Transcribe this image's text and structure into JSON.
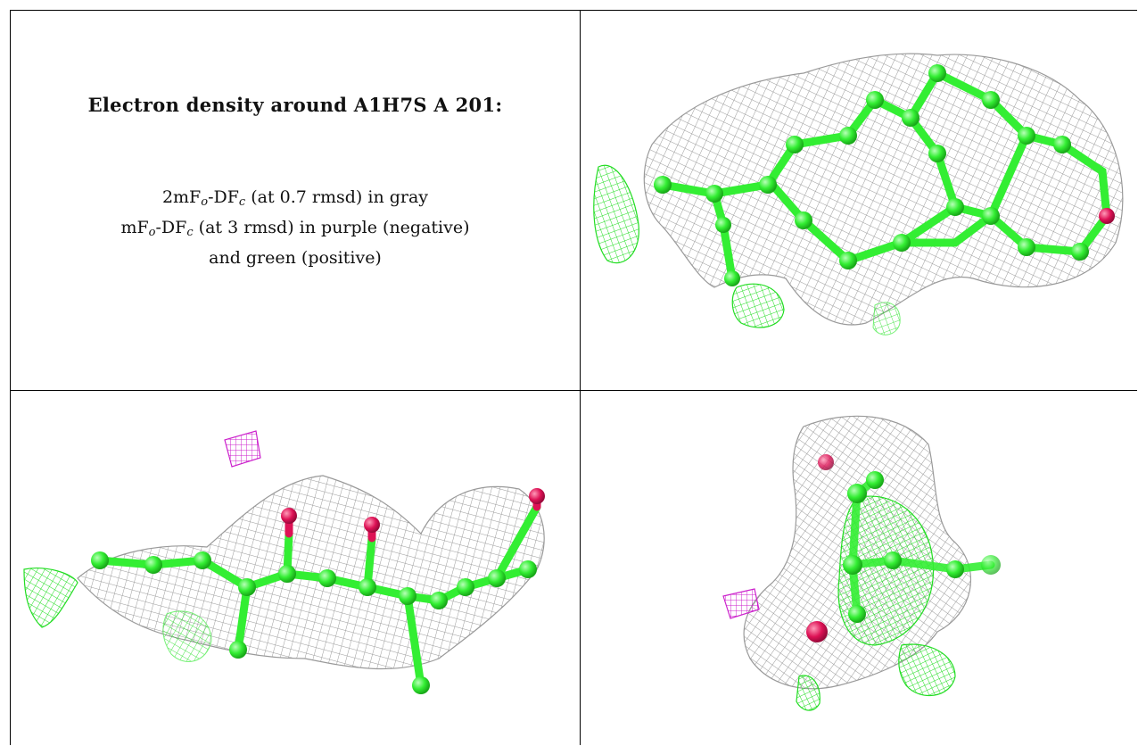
{
  "legend": {
    "title": "Electron density around A1H7S A 201:",
    "line1": {
      "pre": "2mF",
      "sub_o": "o",
      "mid": "-DF",
      "sub_c": "c",
      "post": " (at 0.7 rmsd) in gray"
    },
    "line2": {
      "pre": "mF",
      "sub_o": "o",
      "mid": "-DF",
      "sub_c": "c",
      "post": " (at 3 rmsd) in purple (negative)"
    },
    "line3": "and green (positive)"
  },
  "colors": {
    "mesh_gray": "#9a9a9a",
    "atom_green": "#33ee33",
    "positive_green": "#22dd22",
    "negative_purple": "#cc22cc",
    "oxygen_red": "#dd1155"
  },
  "panels": [
    {
      "name": "view-top-right"
    },
    {
      "name": "view-bottom-left"
    },
    {
      "name": "view-bottom-right"
    }
  ]
}
